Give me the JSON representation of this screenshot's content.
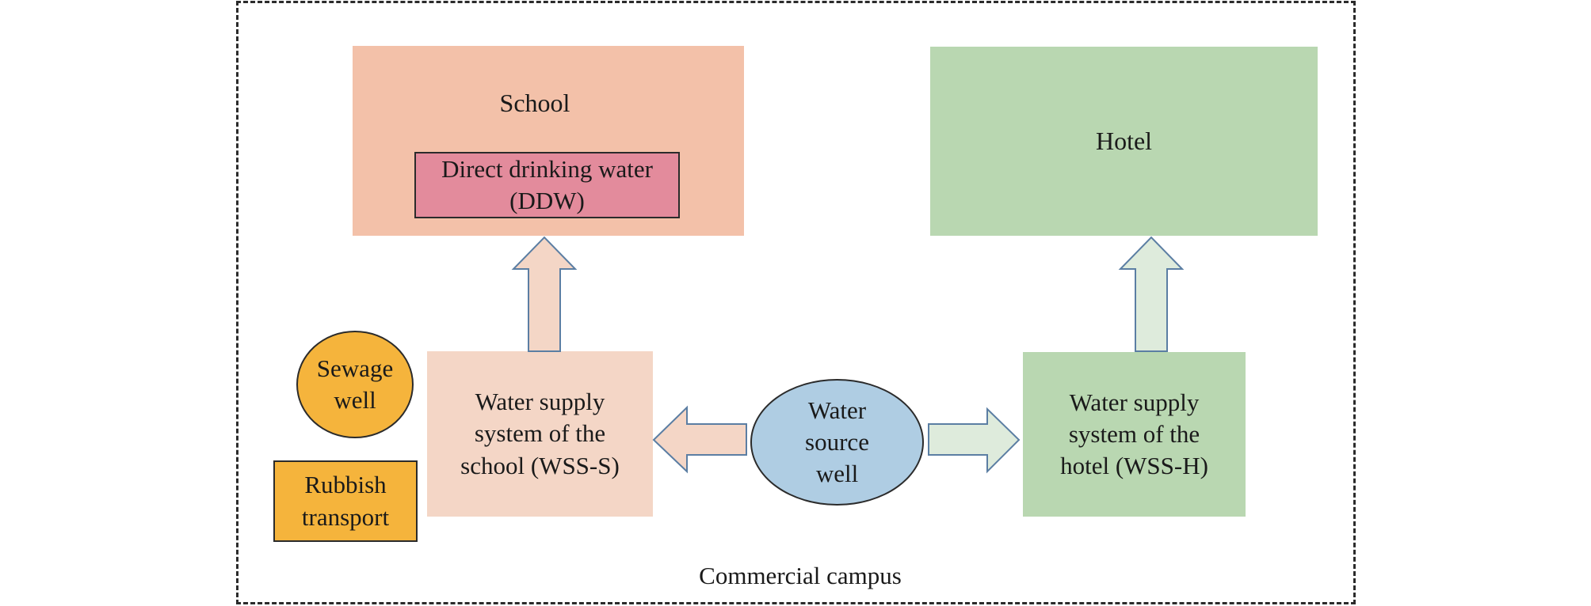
{
  "diagram": {
    "school": {
      "label": "School",
      "ddw_label": "Direct drinking water\n(DDW)"
    },
    "hotel": {
      "label": "Hotel"
    },
    "wss_school": {
      "label": "Water supply\nsystem of the\nschool (WSS-S)"
    },
    "wss_hotel": {
      "label": "Water supply\nsystem of the\nhotel (WSS-H)"
    },
    "water_source_well": {
      "label": "Water\nsource\nwell"
    },
    "sewage_well": {
      "label": "Sewage\nwell"
    },
    "rubbish_transport": {
      "label": "Rubbish\ntransport"
    },
    "campus_label": "Commercial campus",
    "colors": {
      "school_fill": "#f3c1a9",
      "ddw_fill": "#e38b9c",
      "hotel_fill": "#b9d7b1",
      "wss_school_fill": "#f4d6c6",
      "wss_hotel_fill": "#b9d7b1",
      "well_fill": "#afcde3",
      "sewage_rubbish_fill": "#f5b43c",
      "arrow_school_fill": "#f4d6c6",
      "arrow_hotel_fill": "#deebdc",
      "arrow_stroke": "#5b7ea3"
    }
  }
}
